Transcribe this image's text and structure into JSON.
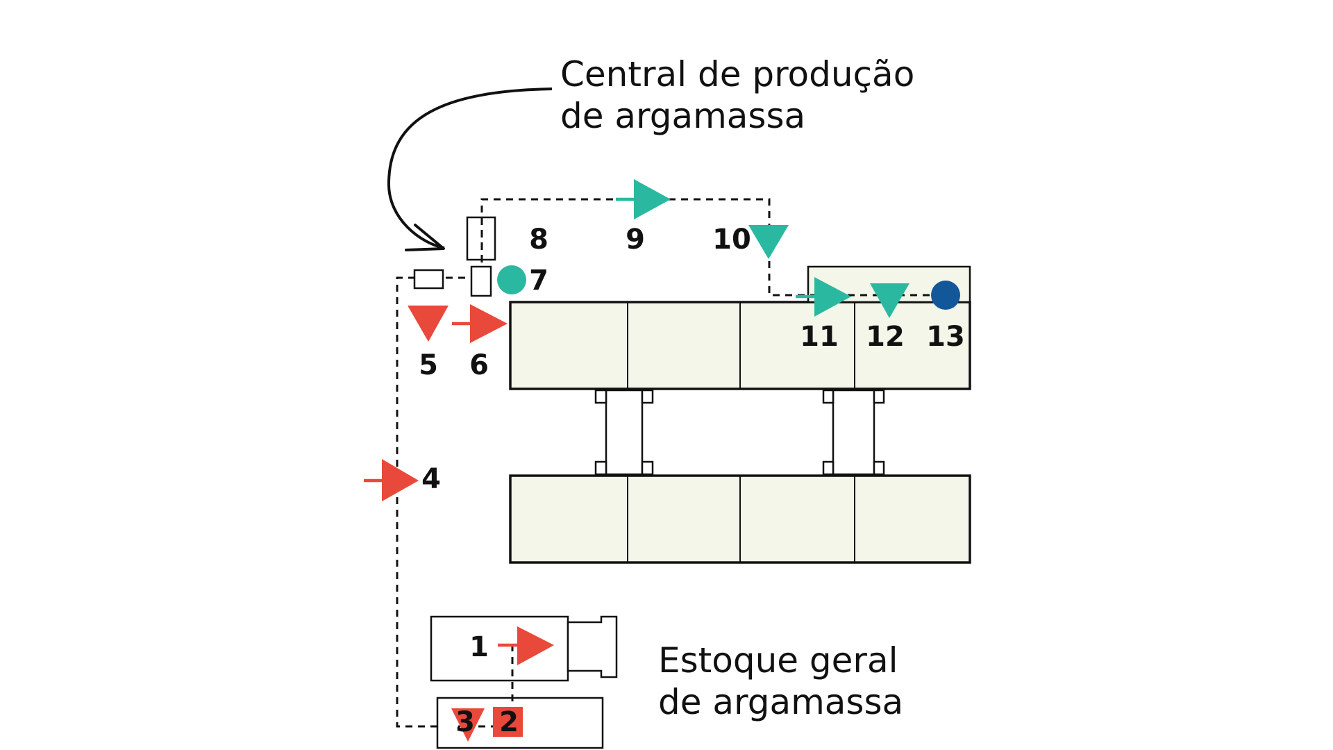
{
  "labels": {
    "central_line1": "Central de produção",
    "central_line2": "de argamassa",
    "stock_line1": "Estoque geral",
    "stock_line2": "de argamassa"
  },
  "steps": {
    "s1": "1",
    "s2": "2",
    "s3": "3",
    "s4": "4",
    "s5": "5",
    "s6": "6",
    "s7": "7",
    "s8": "8",
    "s9": "9",
    "s10": "10",
    "s11": "11",
    "s12": "12",
    "s13": "13"
  },
  "colors": {
    "red": "#e8493a",
    "teal": "#2bb8a0",
    "blue": "#12579a",
    "building_fill": "#f3f6e8",
    "line": "#111111"
  },
  "icons": {
    "transport": "arrow-triangle-right",
    "storage": "triangle-down",
    "operation": "circle",
    "inspection": "square"
  }
}
